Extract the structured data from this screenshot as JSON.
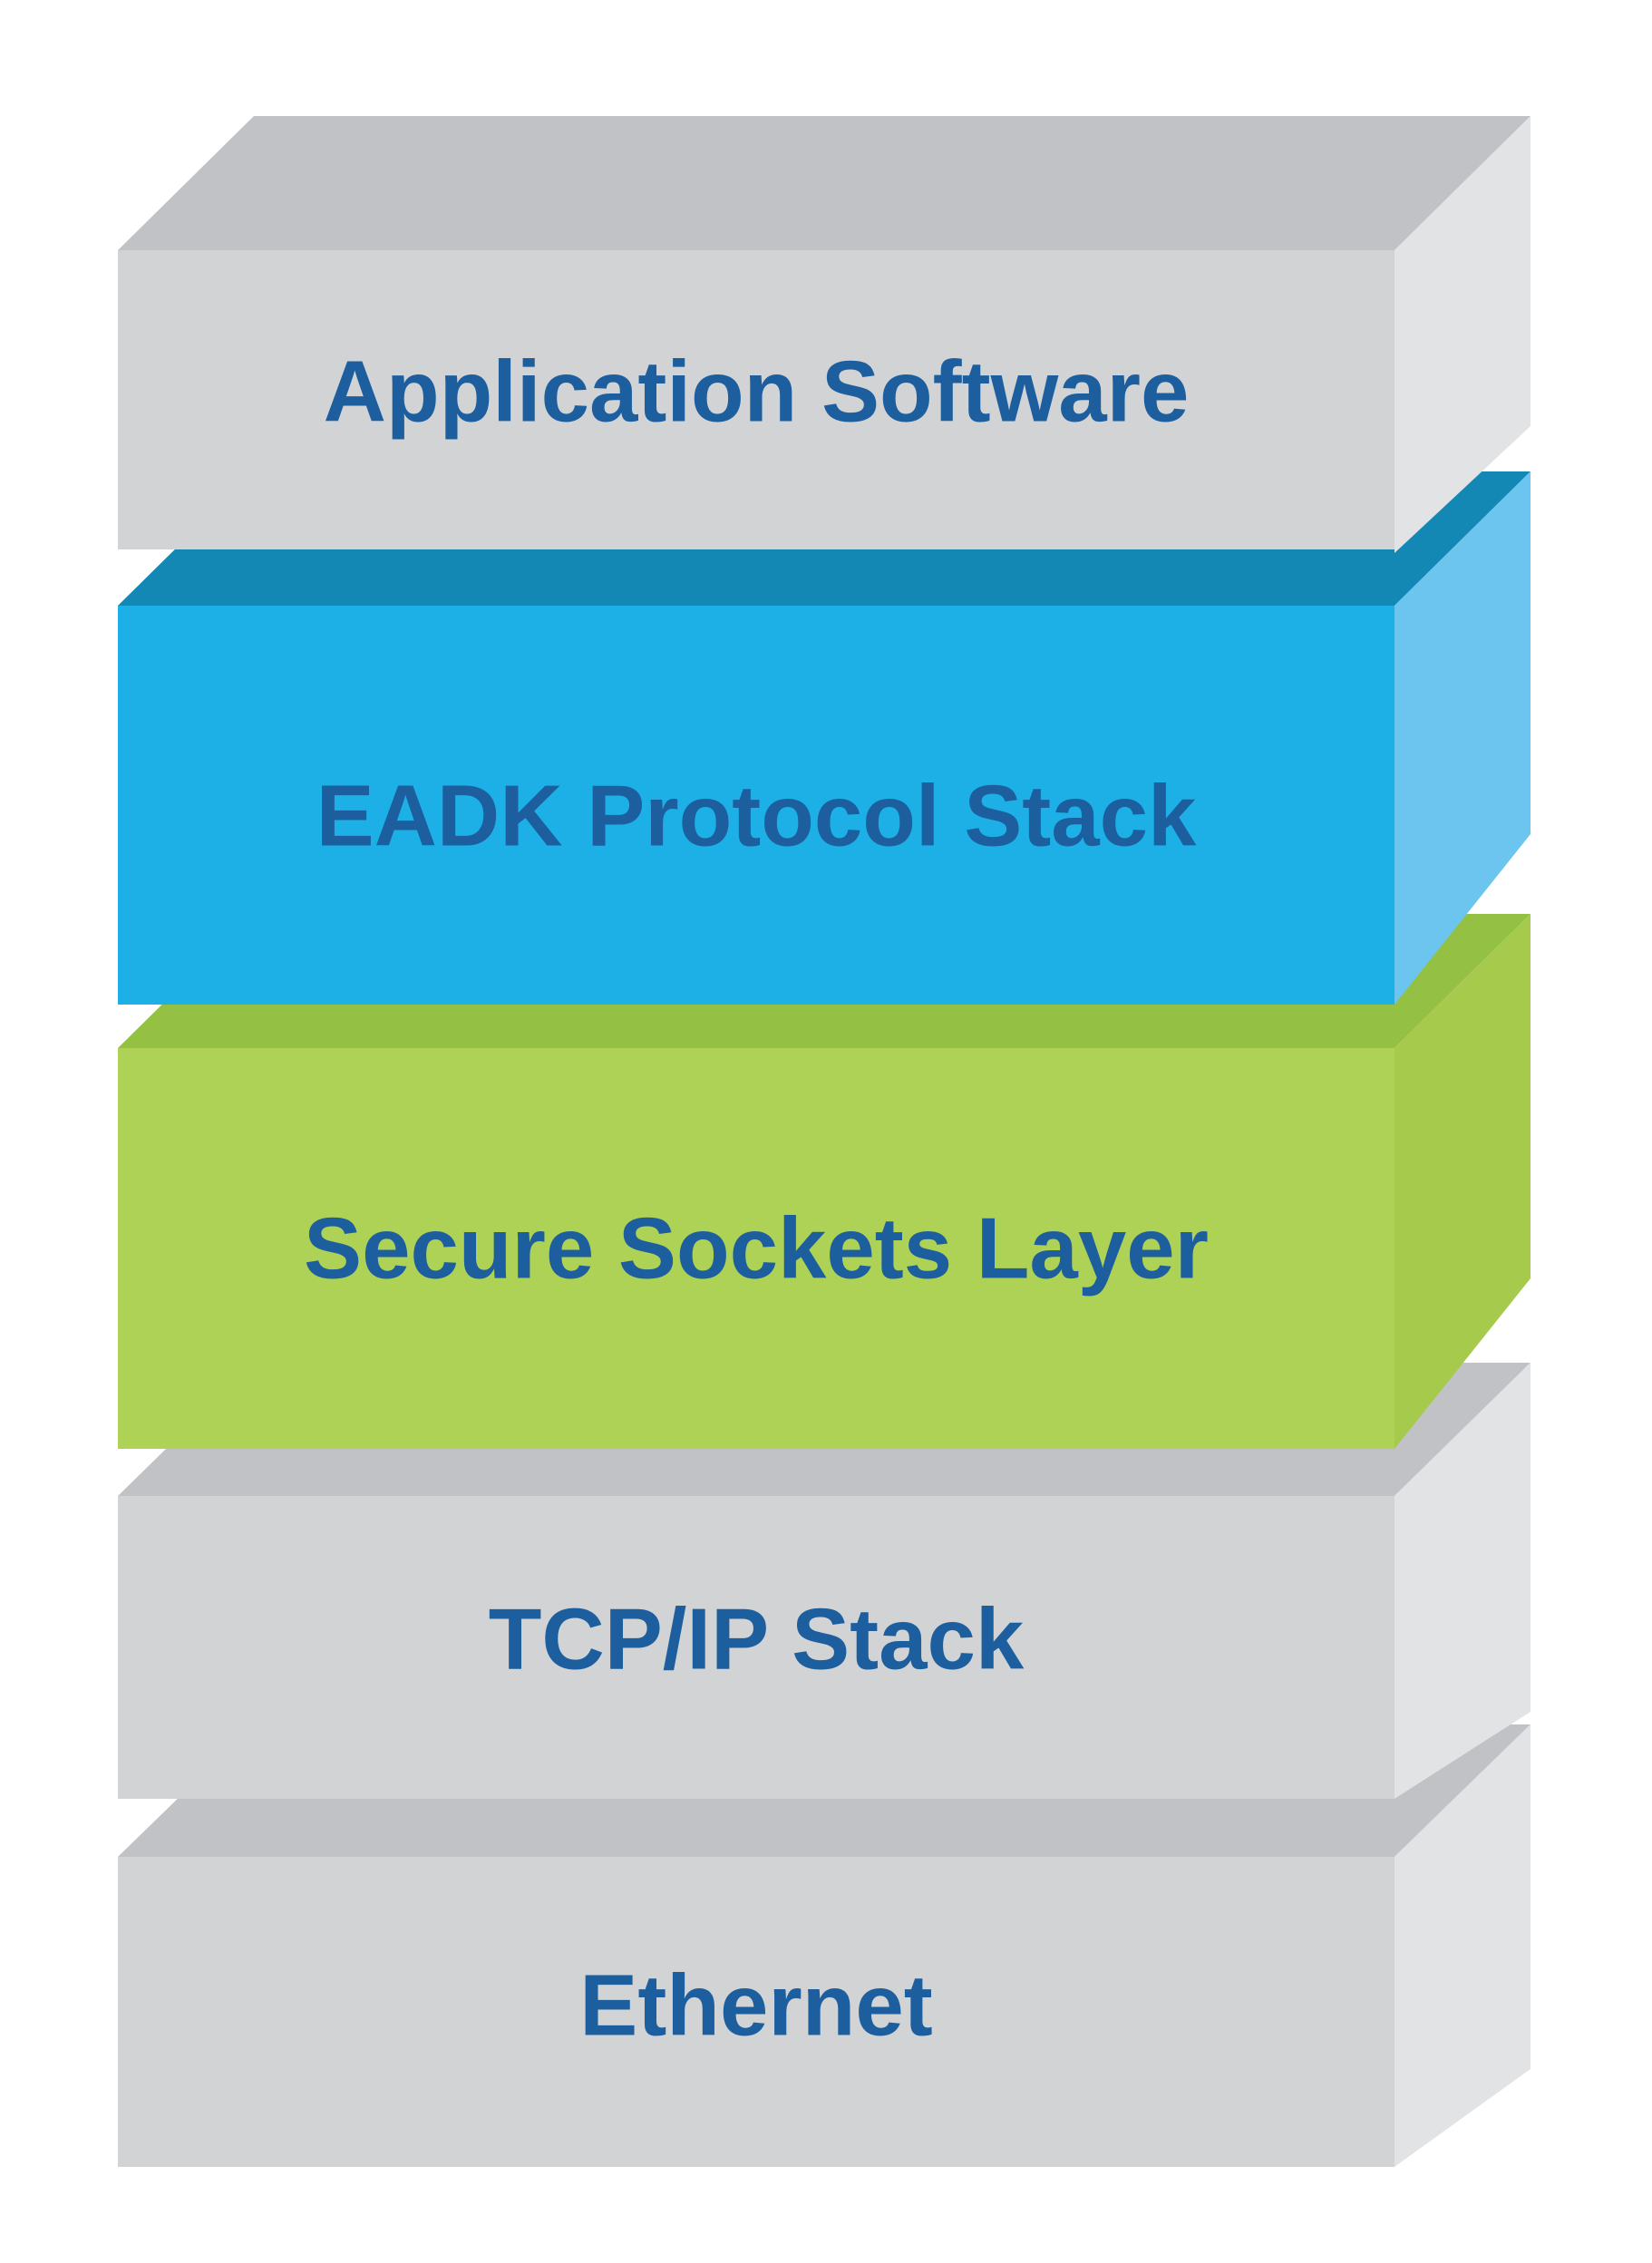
{
  "diagram": {
    "label_color": "#1d5f9e",
    "layers": [
      {
        "id": "application",
        "label": "Application Software",
        "front_color": "#d1d3d5",
        "top_color": "#c0c2c5",
        "side_color": "#e1e3e5"
      },
      {
        "id": "eadk",
        "label": "EADK Protocol Stack",
        "front_color": "#1cb0e6",
        "top_color": "#1488b4",
        "side_color": "#6cc5ef"
      },
      {
        "id": "ssl",
        "label": "Secure Sockets Layer",
        "front_color": "#aed255",
        "top_color": "#94c044",
        "side_color": "#a6ca4c"
      },
      {
        "id": "tcpip",
        "label": "TCP/IP Stack",
        "front_color": "#d1d3d5",
        "top_color": "#c0c2c5",
        "side_color": "#e1e3e5"
      },
      {
        "id": "ethernet",
        "label": "Ethernet",
        "front_color": "#d1d3d5",
        "top_color": "#c0c2c5",
        "side_color": "#e1e3e5"
      }
    ]
  }
}
